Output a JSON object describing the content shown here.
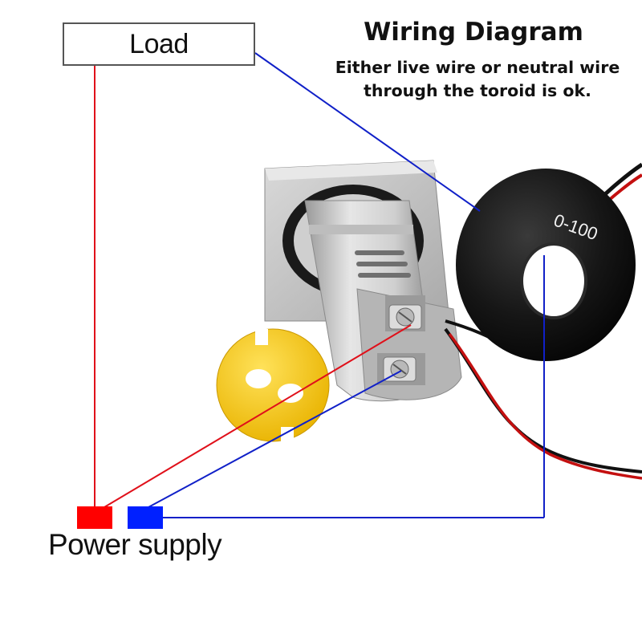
{
  "title": "Wiring Diagram",
  "note": {
    "line1": "Either live wire or neutral wire",
    "line2": "through the toroid is ok."
  },
  "load_label": "Load",
  "power_supply_label": "Power supply",
  "toroid_label": "0-100",
  "colors": {
    "live_wire": "#e0101a",
    "neutral_wire": "#1020c8",
    "red_terminal": "#ff0000",
    "blue_terminal": "#0020ff",
    "meter_body": "#c8c8c8",
    "toroid": "#111111",
    "nut": "#f6c500"
  }
}
